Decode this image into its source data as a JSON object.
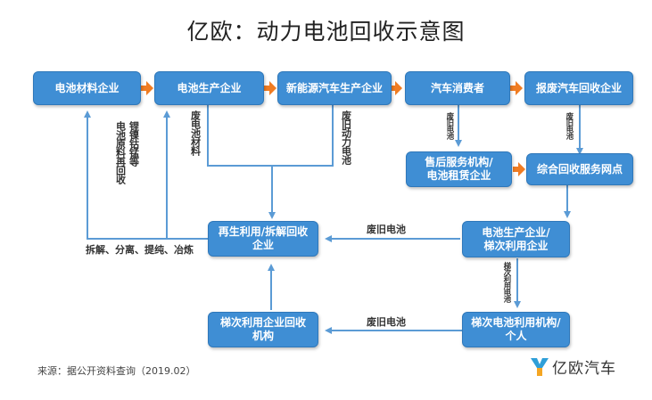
{
  "title": "亿欧：动力电池回收示意图",
  "nodes": {
    "battery_material": "电池材料企业",
    "battery_producer": "电池生产企业",
    "nev_producer": "新能源汽车生产企业",
    "consumer": "汽车消费者",
    "scrap_recycler": "报废汽车回收企业",
    "aftersales": "售后服务机构/\n电池租赁企业",
    "service_network": "综合回收服务网点",
    "regen": "再生利用/拆解回收\n企业",
    "echelon_producer": "电池生产企业/\n梯次利用企业",
    "echelon_recycler": "梯次利用企业回收\n机构",
    "echelon_user": "梯次电池利用机构/\n个人"
  },
  "labels": {
    "waste_material": "废电池材料",
    "waste_power_battery": "废旧动力电池",
    "metals": "锂镍钴锰等",
    "raw_recycle": "电池原料再回收",
    "process": "拆解、分离、提纯、冶炼",
    "waste_battery_1": "废旧电池",
    "waste_battery_2": "废旧电池",
    "waste_battery_consumer": "废旧电池",
    "waste_battery_scrap": "废旧电池",
    "echelon_battery": "梯次利用电池"
  },
  "source": "来源：据公开资料查询（2019.02）",
  "logo": {
    "text": "亿欧汽车"
  },
  "colors": {
    "node": "#3f8ed4",
    "connector": "#5b9bd5",
    "arrow_orange": "#f07c22"
  }
}
